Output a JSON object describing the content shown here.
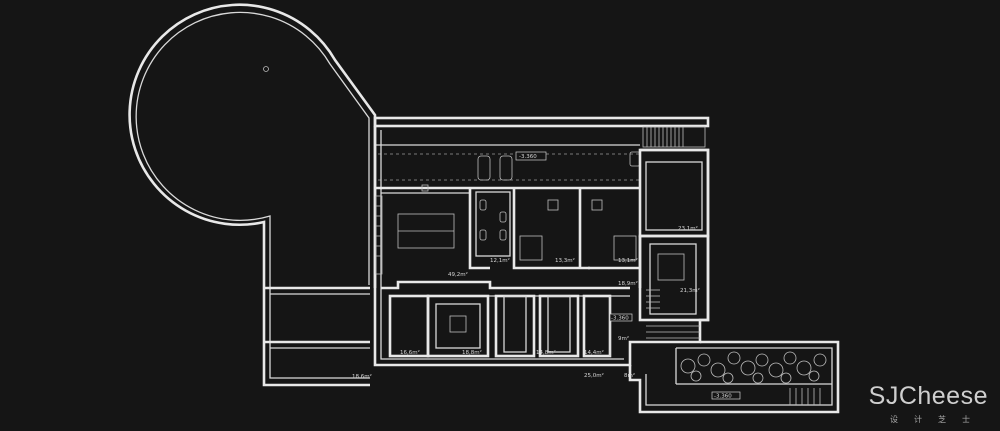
{
  "colors": {
    "background": "#151515",
    "lines": "#e8e8e8"
  },
  "levels": {
    "top": "-3.360",
    "east": "-3.360",
    "bottom": "-3.360"
  },
  "areas": {
    "a1": "49,2m²",
    "a2": "12,1m²",
    "a3": "13,3m²",
    "a4": "13,1m²",
    "a5": "23,1m²",
    "a6": "21,3m²",
    "a7": "18,9m²",
    "a8": "16,6m²",
    "a9": "18,8m²",
    "a10": "14,8m²",
    "a11": "14,4m²",
    "a12": "25,0m²",
    "a13": "18,6m²",
    "a14": "9m²",
    "a15": "8m²"
  },
  "watermark": {
    "brand": "SJCheese",
    "sub": "设计芝士"
  }
}
